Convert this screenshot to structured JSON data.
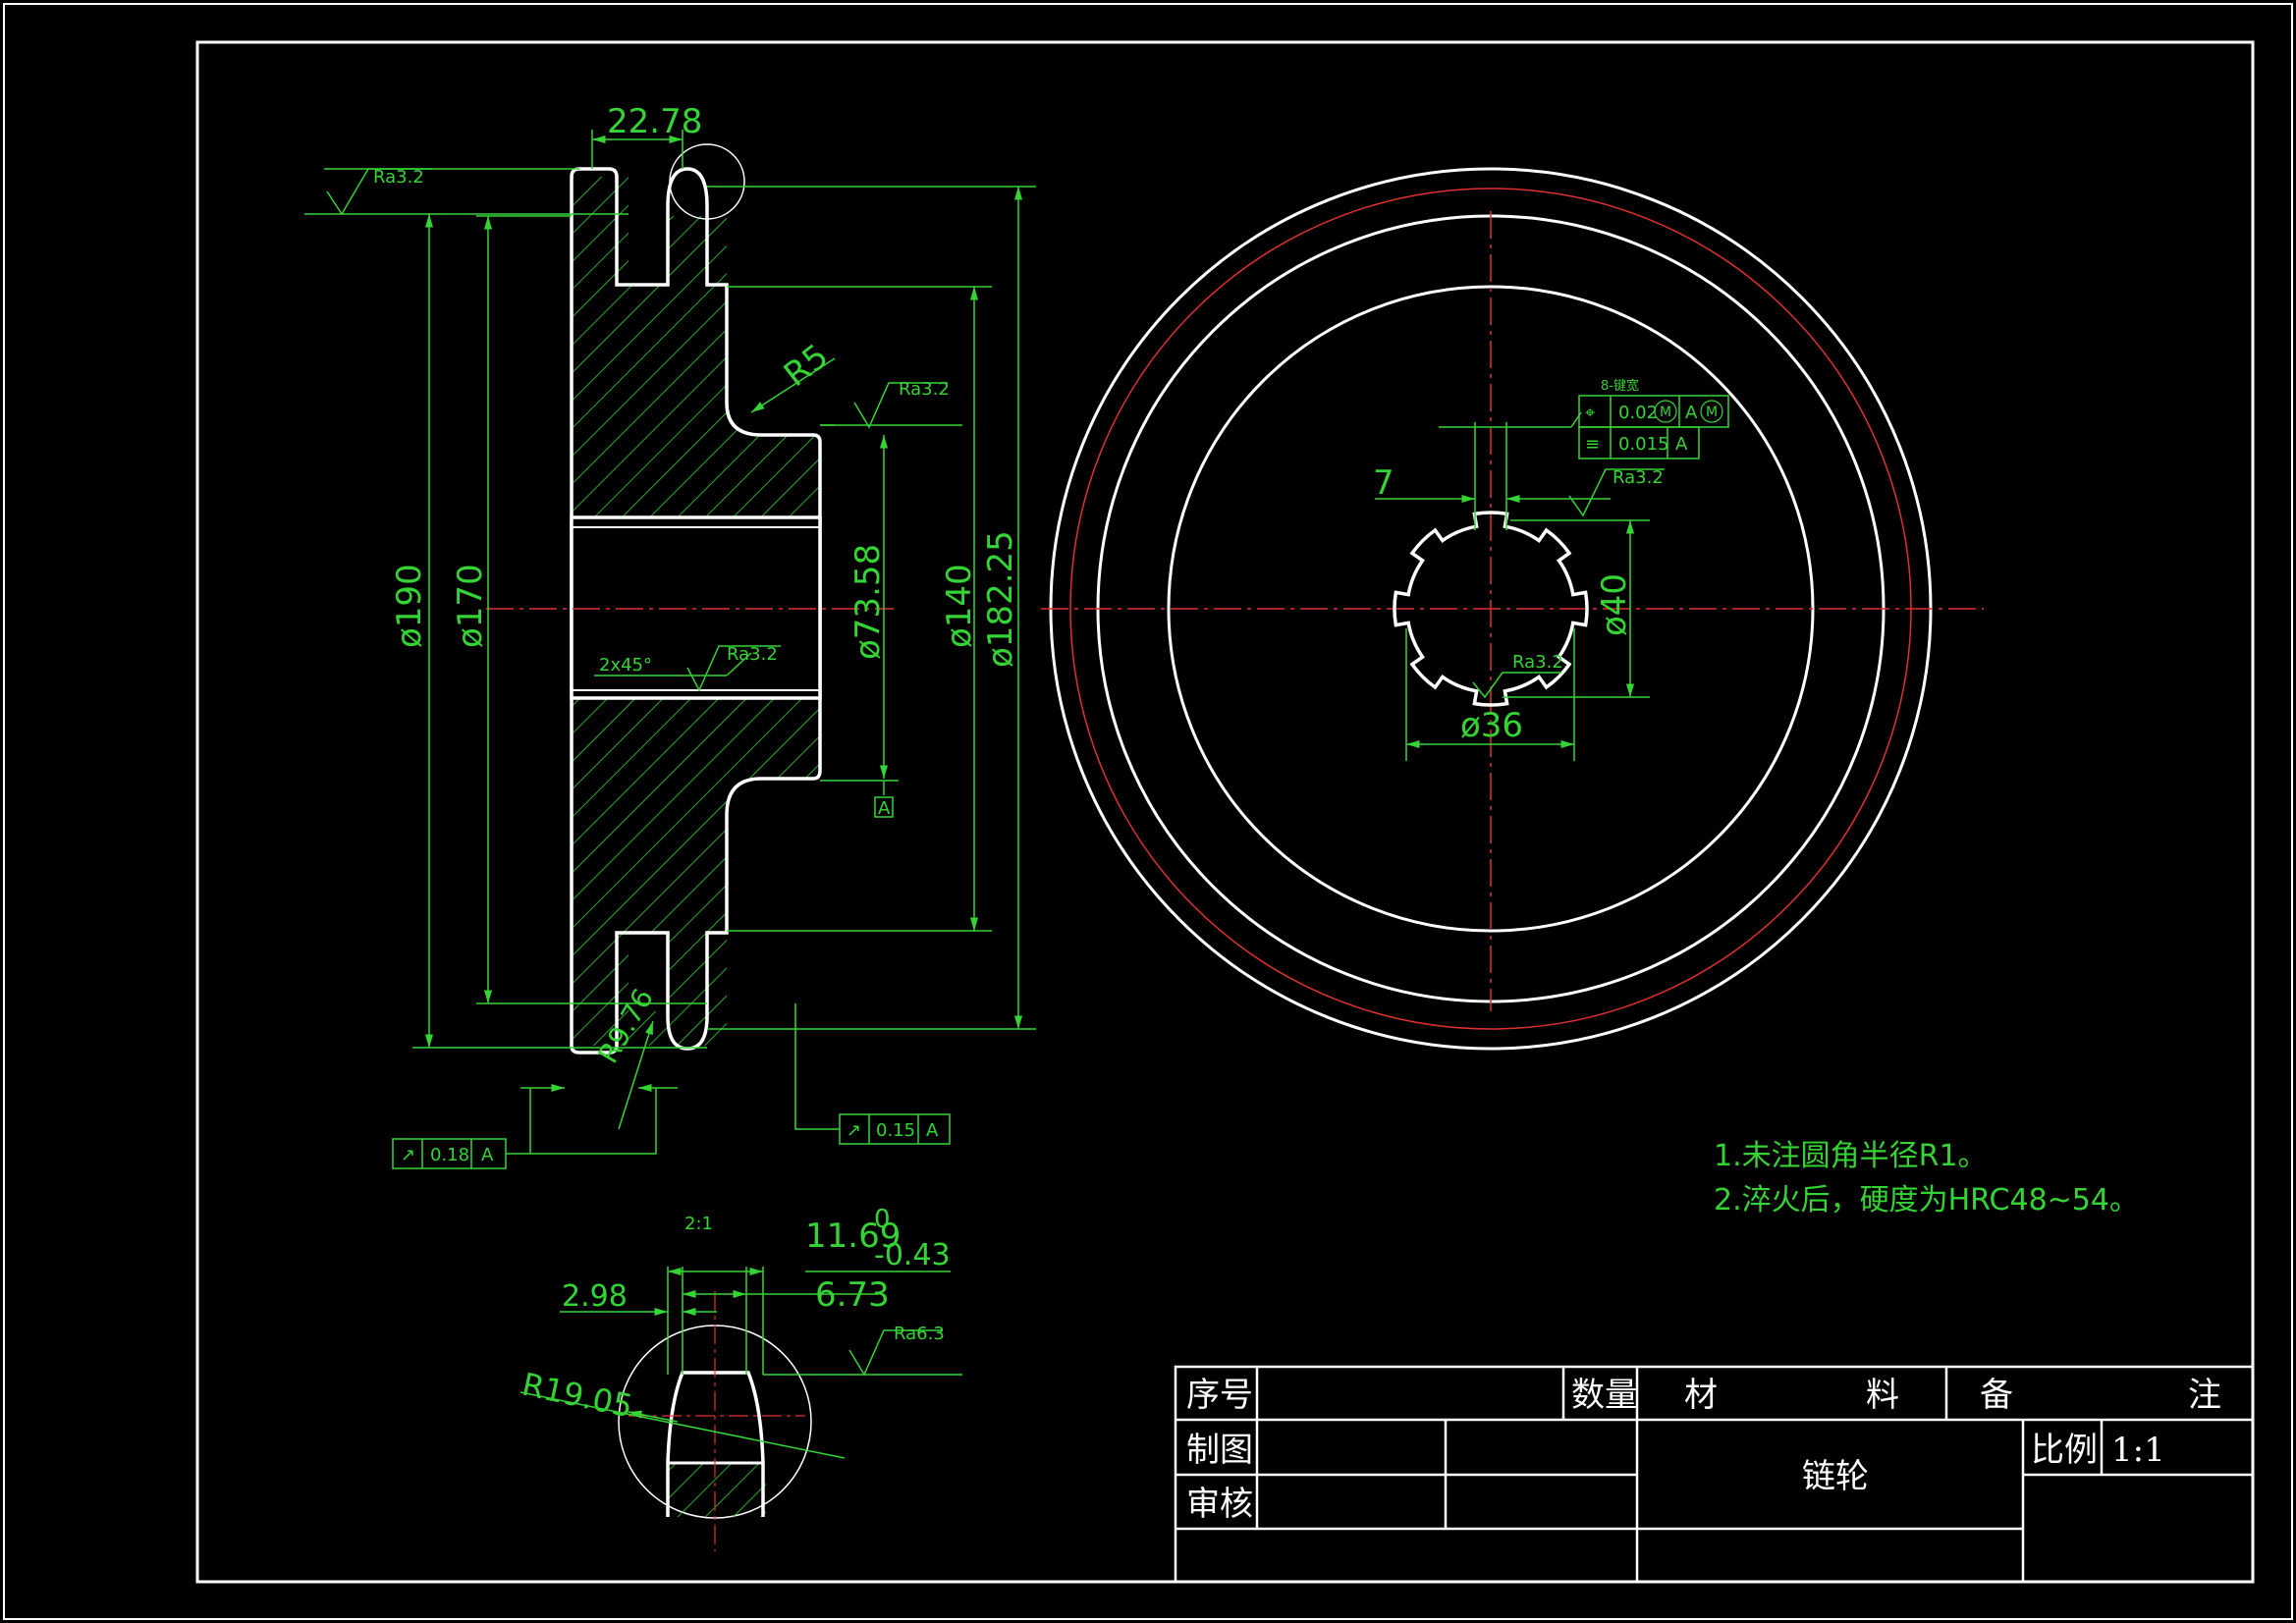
{
  "drawing": {
    "part_name": "链轮",
    "notes": [
      "1.未注圆角半径R1。",
      "2.淬火后，硬度为HRC48~54。"
    ],
    "detail_scale": "2:1",
    "colors": {
      "background": "#000000",
      "outline": "#ffffff",
      "dimension": "#35d435",
      "centerline": "#e03030",
      "frame": "#ffffff"
    }
  },
  "side_view": {
    "dims": {
      "width": "22.78",
      "radius_root": "R5",
      "d190": "ø190",
      "d170": "ø170",
      "d7358": "ø73.58",
      "d140": "ø140",
      "d18225": "ø182.25",
      "chamfer": "2x45°",
      "r_tip": "R9.76"
    },
    "roughness": {
      "top": "Ra3.2",
      "hub": "Ra3.2",
      "bore": "Ra3.2"
    },
    "datum": "A",
    "tolerances": [
      {
        "symbol": "↗",
        "value": "0.18",
        "datum": "A"
      },
      {
        "symbol": "↗",
        "value": "0.15",
        "datum": "A"
      }
    ]
  },
  "front_view": {
    "dims": {
      "key_width": "7",
      "d40": "ø40",
      "d36": "ø36"
    },
    "roughness": {
      "spline_top": "Ra3.2",
      "spline_bottom": "Ra3.2"
    },
    "tolerance_label": "8-键宽",
    "tolerances": [
      {
        "symbol": "⌖",
        "value": "0.02",
        "mod": "M",
        "datum": "A",
        "datum_mod": "M"
      },
      {
        "symbol": "≡",
        "value": "0.015",
        "datum": "A"
      }
    ]
  },
  "detail_view": {
    "dims": {
      "upper": "11.69",
      "upper_tol_hi": "0",
      "upper_tol_lo": "-0.43",
      "left": "2.98",
      "mid": "6.73",
      "radius": "R19.05"
    },
    "roughness": "Ra6.3"
  },
  "title_block": {
    "seq_no": "序号",
    "quantity": "数量",
    "material_1": "材",
    "material_2": "料",
    "remark_1": "备",
    "remark_2": "注",
    "drawn_by": "制图",
    "checked_by": "审核",
    "scale_label": "比例",
    "scale_value": "1:1"
  }
}
